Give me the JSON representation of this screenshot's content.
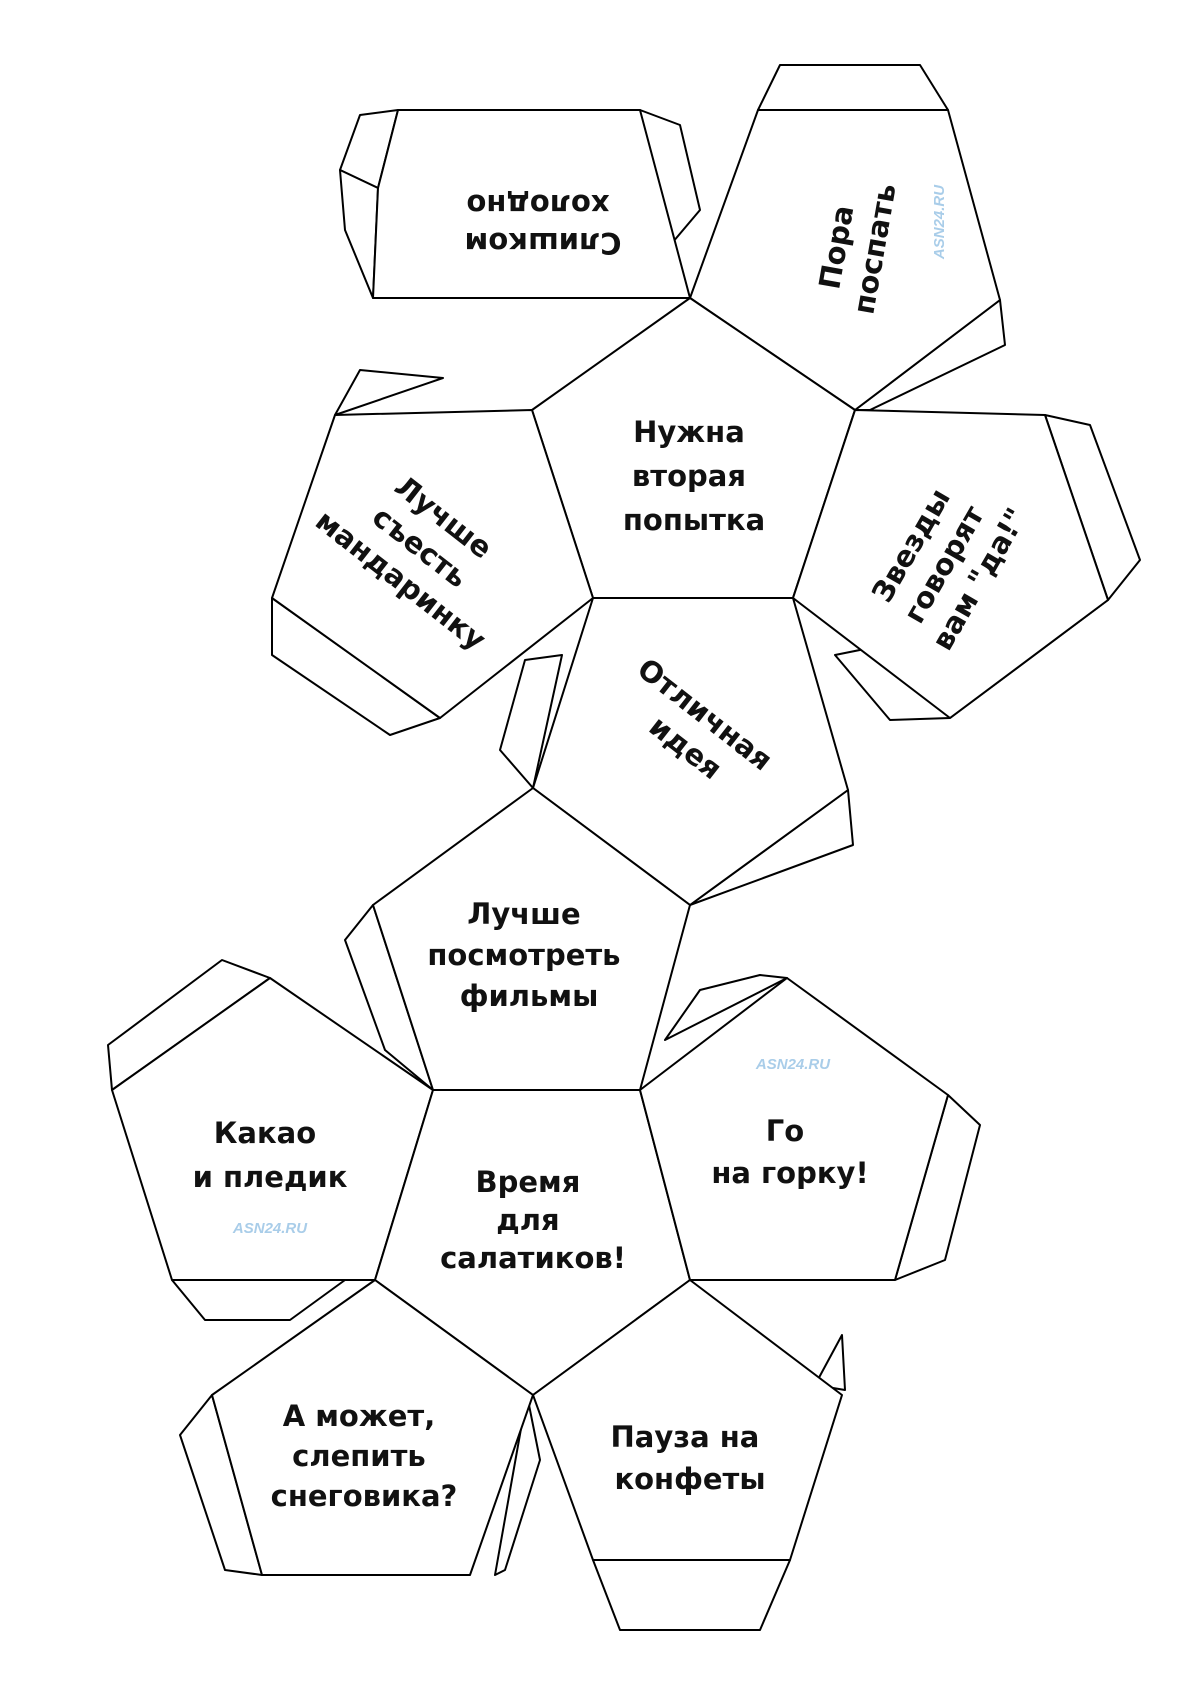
{
  "phrases": {
    "top_left": [
      "Слишком",
      "холодно"
    ],
    "top_right": [
      "Пора",
      "поспать"
    ],
    "center": [
      "Нужна",
      "вторая",
      "попытка"
    ],
    "left": [
      "Лучше",
      "съесть",
      "мандаринку"
    ],
    "right": [
      "Звезды",
      "говорят",
      "вам \"да!\""
    ],
    "lower": [
      "Отличная",
      "идея"
    ],
    "films": [
      "Лучше",
      "посмотреть",
      "фильмы"
    ],
    "cocoa": [
      "Какао",
      "и пледик"
    ],
    "salads": [
      "Время",
      "для",
      "салатиков!"
    ],
    "hill": [
      "Го",
      "на горку!"
    ],
    "snowman": [
      "А может,",
      "слепить",
      "снеговика?"
    ],
    "candy": [
      "Пауза на",
      "конфеты"
    ]
  },
  "watermark": "ASN24.RU",
  "colors": {
    "outline": "#000000",
    "snowflake": "#cfe6f8",
    "watermark": "#a9cde9"
  }
}
